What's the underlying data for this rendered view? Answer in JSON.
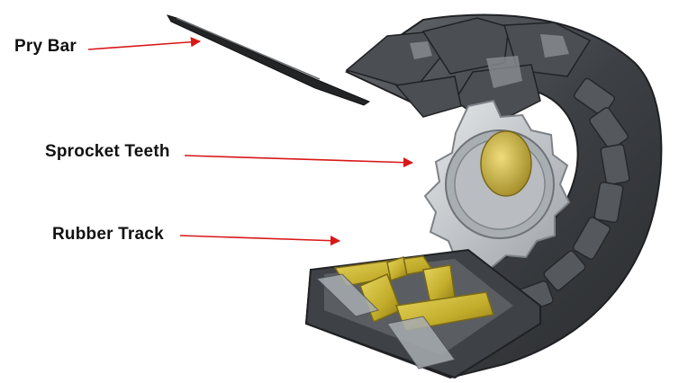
{
  "labels": {
    "pry_bar": "Pry Bar",
    "sprocket_teeth": "Sprocket Teeth",
    "rubber_track": "Rubber Track"
  },
  "colors": {
    "arrow": "#d81818",
    "track_rubber": "#3a3d40",
    "track_highlight": "#6b6f73",
    "sprocket": "#c8ccd0",
    "steel_insert": "#c9b52a",
    "hub": "#bfa644"
  }
}
